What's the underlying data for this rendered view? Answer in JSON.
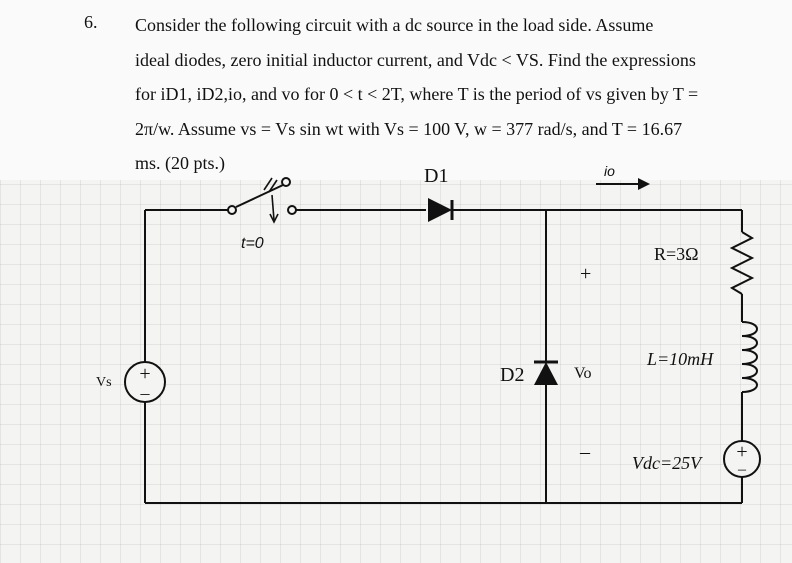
{
  "problem": {
    "number": "6.",
    "lines": [
      "Consider the following circuit with a dc source in the load side. Assume",
      "ideal diodes, zero initial inductor current, and Vdc < VS. Find the expressions",
      "for iD1, iD2,io, and vo for 0 < t < 2T, where T is the period of vs given by T =",
      "2π/w. Assume vs = Vs sin wt with Vs = 100 V, w = 377 rad/s, and T = 16.67",
      "ms. (20 pts.)"
    ]
  },
  "circuit": {
    "switch_label": "t=0",
    "diode1_label": "D1",
    "diode2_label": "D2",
    "current_label": "io",
    "source_label": "Vs",
    "resistor_label": "R=3Ω",
    "inductor_label": "L=10mH",
    "dc_source_label": "Vdc=25V",
    "vo_label": "Vo",
    "vo_plus": "+",
    "vo_minus": "–",
    "plus_sign": "+",
    "minus_sign": "–"
  }
}
